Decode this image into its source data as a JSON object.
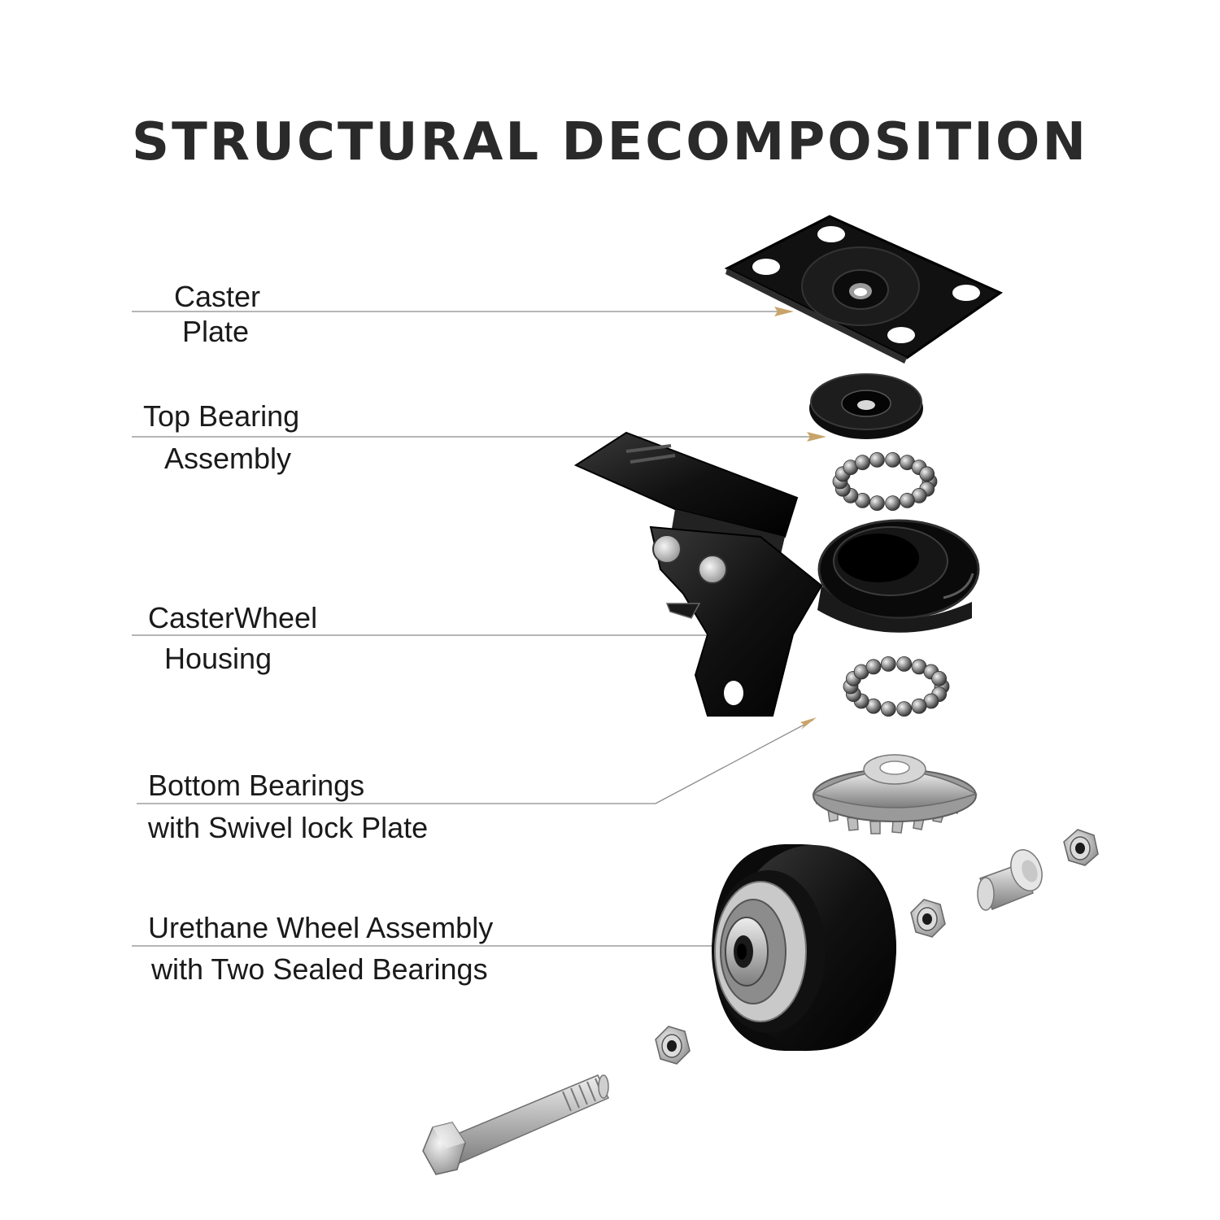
{
  "title": "STRUCTURAL DECOMPOSITION",
  "labels": {
    "caster_plate": {
      "line1": "Caster",
      "line2": "Plate"
    },
    "top_bearing": {
      "line1": "Top Bearing",
      "line2": "Assembly"
    },
    "housing": {
      "line1": "CasterWheel",
      "line2": "Housing"
    },
    "bottom_bearings": {
      "line1": "Bottom Bearings",
      "line2": "with Swivel lock Plate"
    },
    "wheel": {
      "line1": "Urethane Wheel Assembly",
      "line2": "with Two Sealed Bearings"
    }
  },
  "colors": {
    "leader_line": "#8a8a8a",
    "arrow": "#c8a46a",
    "part_black": "#151515",
    "metal": "#b9b9b9"
  }
}
